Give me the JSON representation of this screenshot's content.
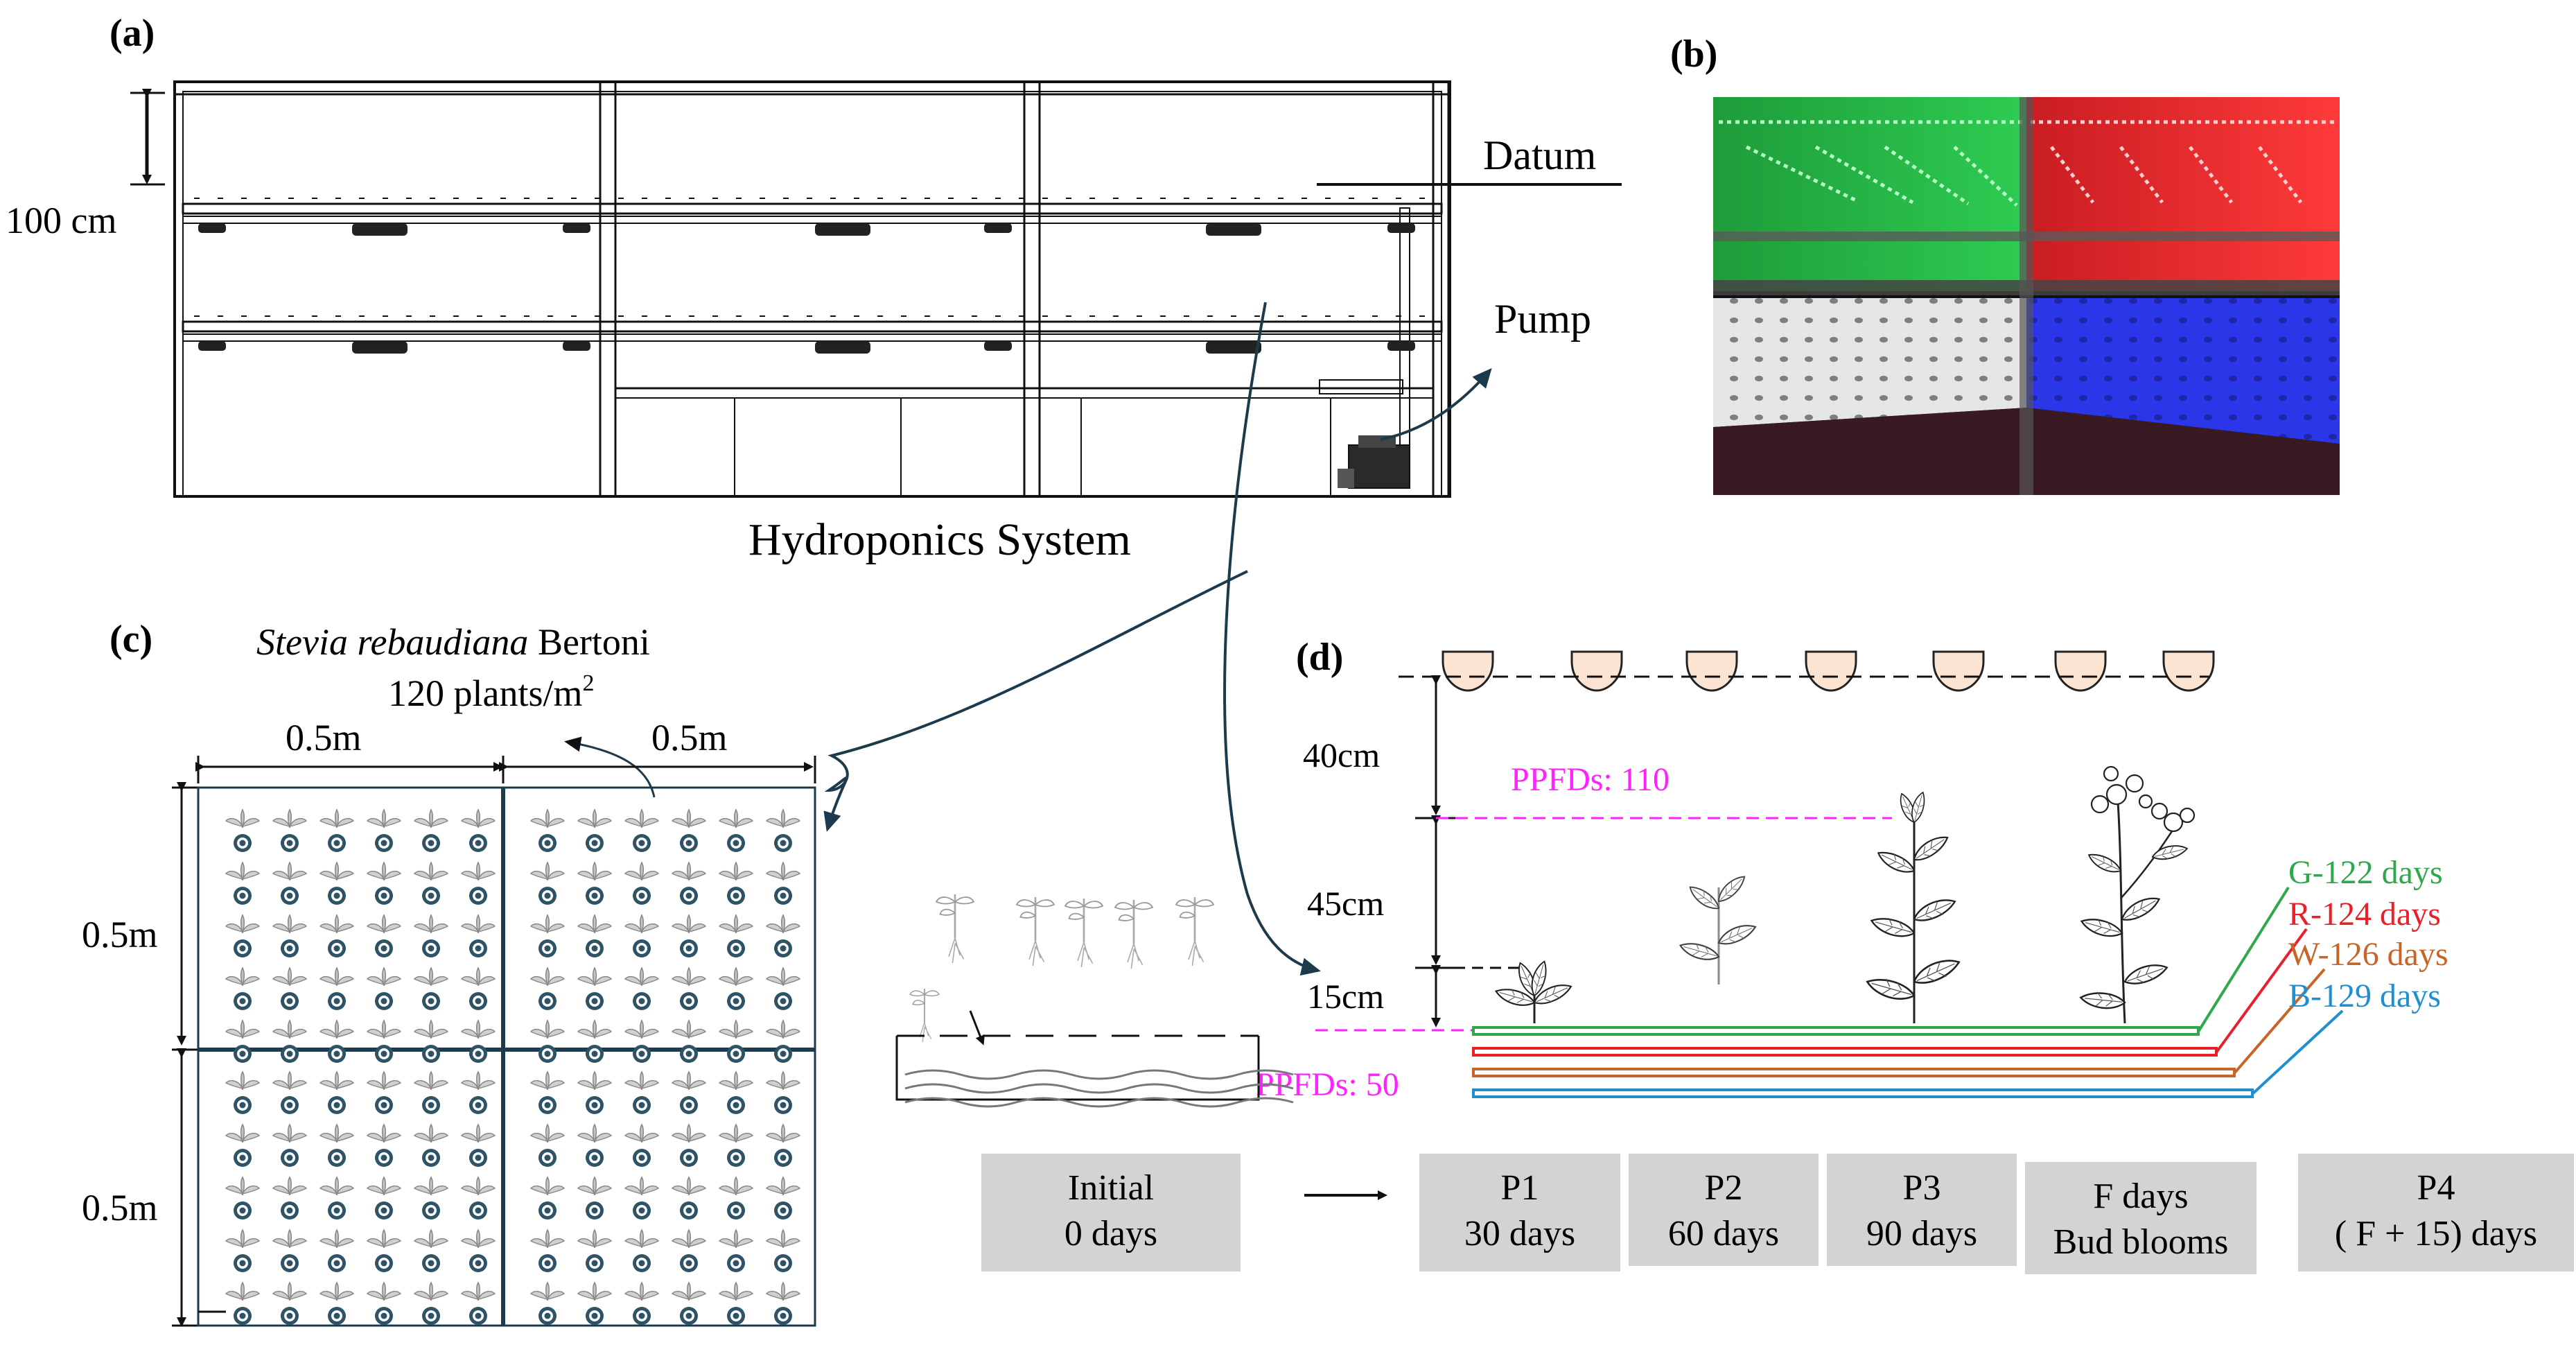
{
  "panel_a": {
    "label": "(a)",
    "dimension": "100 cm",
    "datum": "Datum",
    "pump": "Pump",
    "caption": "Hydroponics System"
  },
  "panel_b": {
    "label": "(b)",
    "colors": {
      "green": "#2ecc52",
      "red": "#e8202a",
      "white": "#f2f2f2",
      "blue": "#2333e6"
    }
  },
  "panel_c": {
    "label": "(c)",
    "species_italic": "Stevia rebaudiana",
    "species_author": " Bertoni",
    "density_prefix": "120 plants/m",
    "density_exp": "2",
    "width_left": "0.5m",
    "width_right": "0.5m",
    "height_top": "0.5m",
    "height_bottom": "0.5m"
  },
  "panel_d": {
    "label": "(d)",
    "dim_40": "40cm",
    "dim_45": "45cm",
    "dim_15": "15cm",
    "ppfd_high": "PPFDs: 110",
    "ppfd_low": "PPFDs: 50",
    "accent_magenta": "#ff22ff",
    "treatments": [
      {
        "label": "G-122 days",
        "color": "#2ea84a"
      },
      {
        "label": "R-124 days",
        "color": "#e8202a"
      },
      {
        "label": "W-126 days",
        "color": "#c8642a"
      },
      {
        "label": "B-129 days",
        "color": "#1f8fd0"
      }
    ],
    "stages": [
      {
        "line1": "Initial",
        "line2": "0 days"
      },
      {
        "line1": "P1",
        "line2": "30 days"
      },
      {
        "line1": "P2",
        "line2": "60 days"
      },
      {
        "line1": "P3",
        "line2": "90 days"
      },
      {
        "line1": "F days",
        "line2": "Bud blooms"
      },
      {
        "line1": "P4",
        "line2": "( F + 15) days"
      }
    ]
  }
}
